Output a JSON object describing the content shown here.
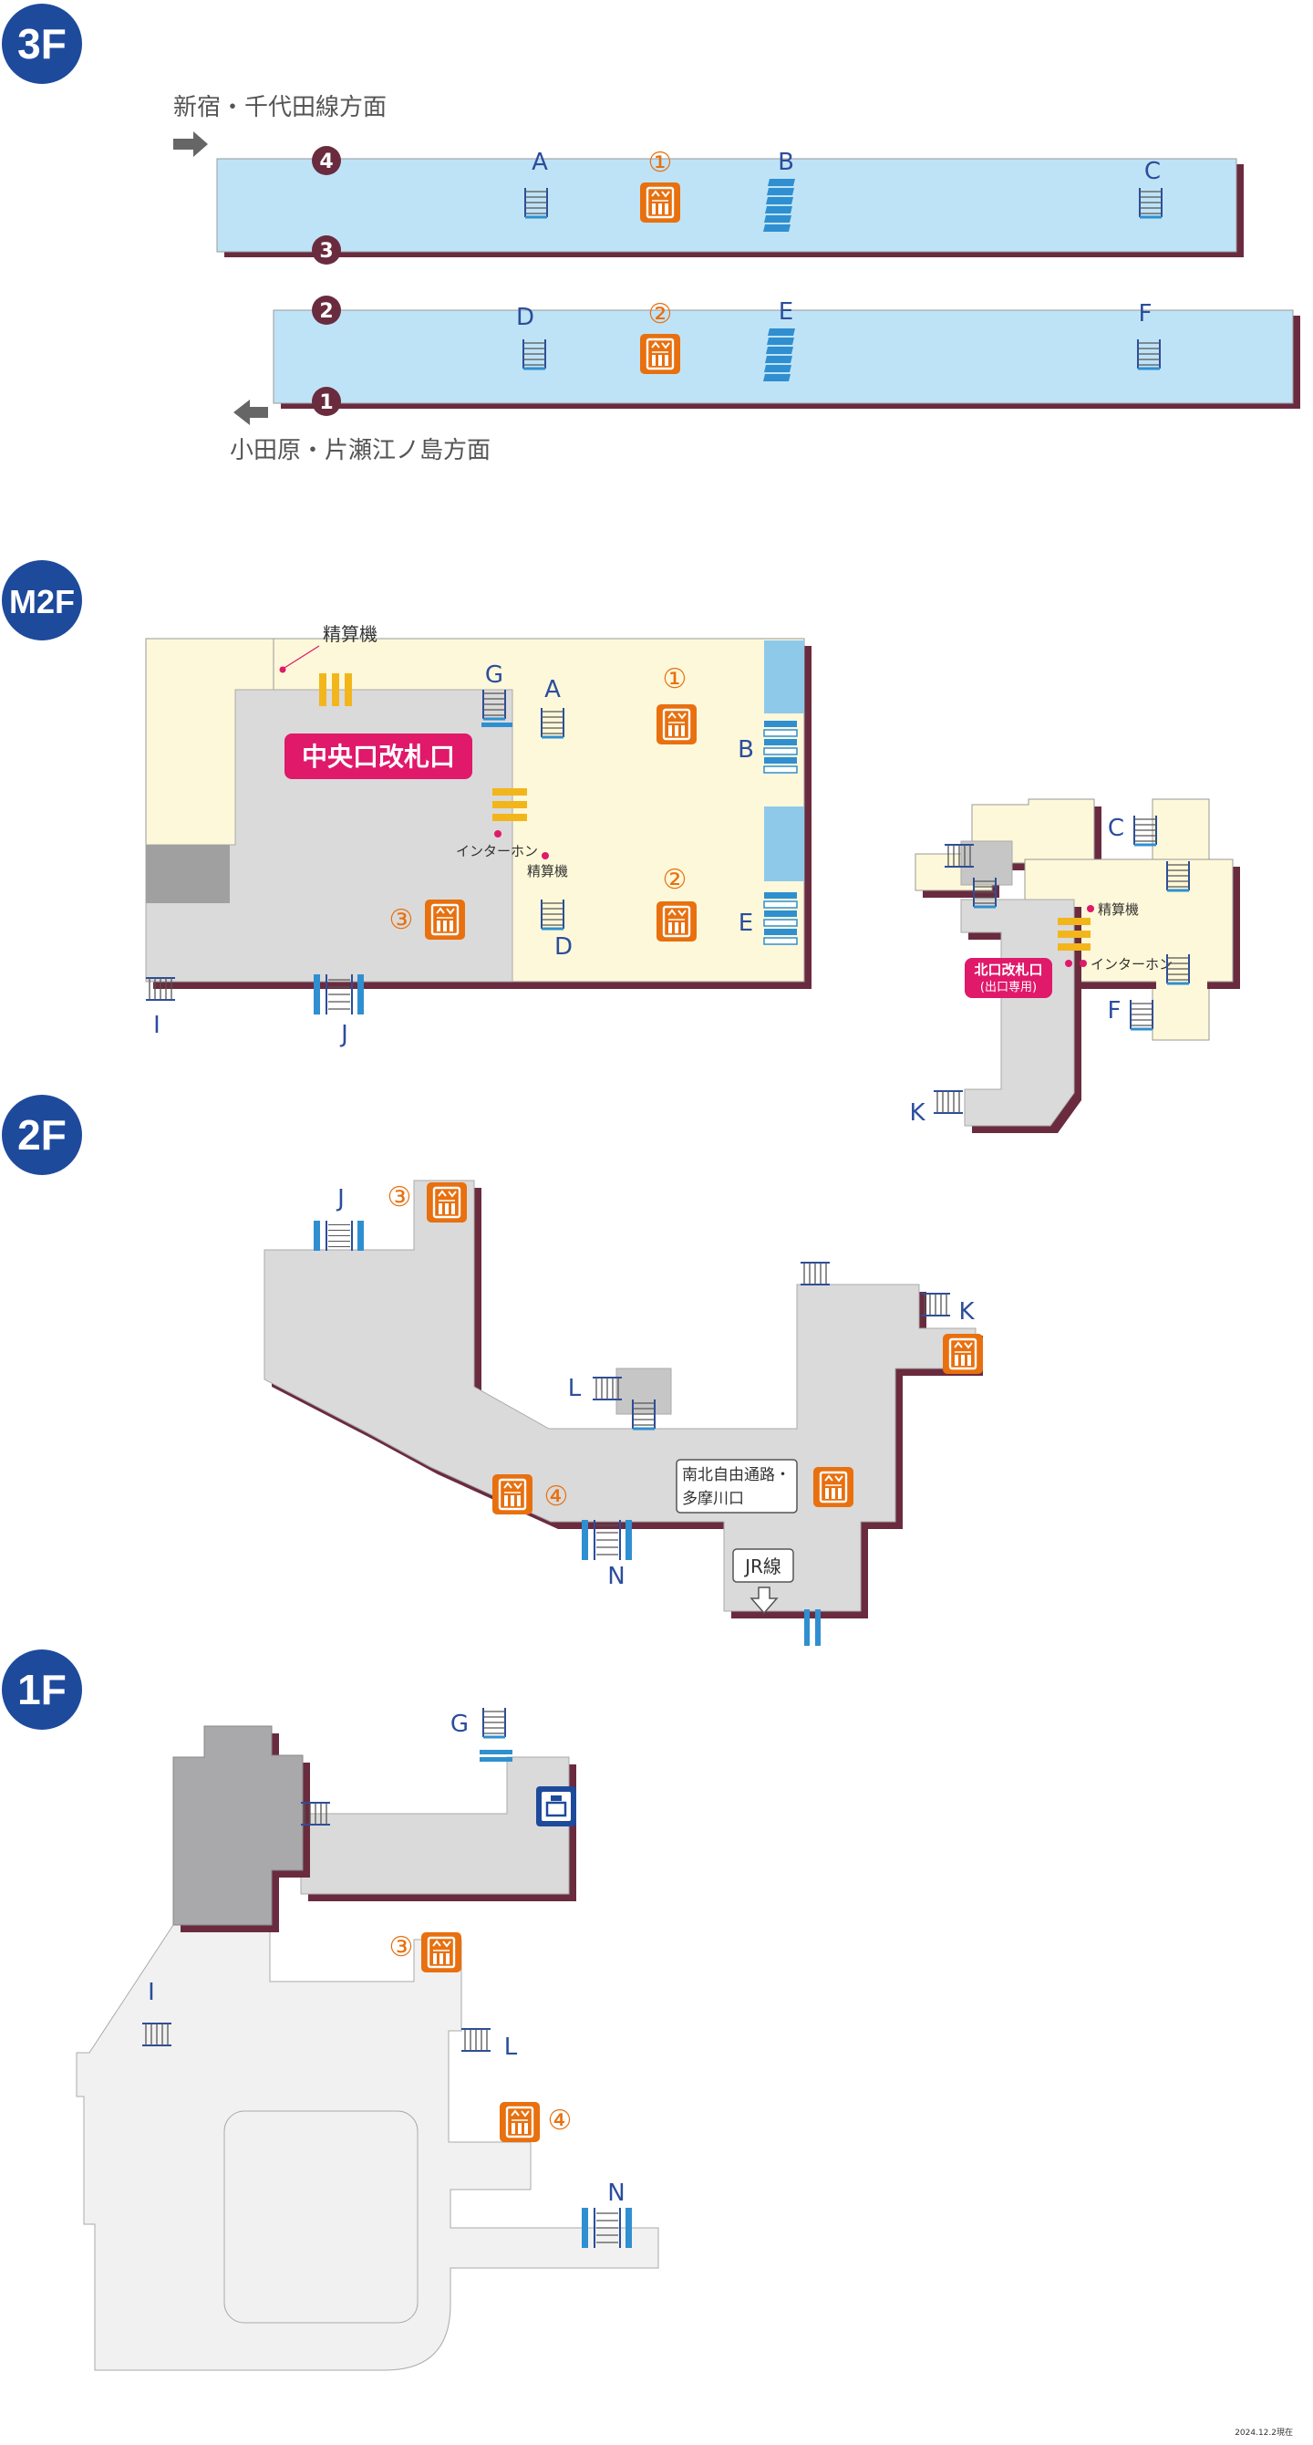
{
  "floors": {
    "f3": "3F",
    "m2f": "M2F",
    "f2": "2F",
    "f1": "1F"
  },
  "directions": {
    "shinjuku": "新宿・千代田線方面",
    "odawara": "小田原・片瀬江ノ島方面"
  },
  "platforms": {
    "n1": "1",
    "n2": "2",
    "n3": "3",
    "n4": "4"
  },
  "letters": {
    "A": "A",
    "B": "B",
    "C": "C",
    "D": "D",
    "E": "E",
    "F": "F",
    "G": "G",
    "I": "I",
    "J": "J",
    "K": "K",
    "L": "L",
    "N": "N"
  },
  "circled": {
    "c1": "①",
    "c2": "②",
    "c3": "③",
    "c4": "④"
  },
  "labels": {
    "seisanki": "精算機",
    "central_gate": "中央口改札口",
    "intercom": "インターホン",
    "north_gate_line1": "北口改札口",
    "north_gate_line2": "(出口専用)",
    "south_passage_line1": "南北自由通路・",
    "south_passage_line2": "多摩川口",
    "jr_line": "JR線"
  },
  "footer": "2024.12.2現在",
  "colors": {
    "floor_badge": "#1e4a9c",
    "platform": "#bfe3f6",
    "platform_dark": "#8ec9ea",
    "shadow": "#6a2b3f",
    "concourse_yellow": "#fdf8d9",
    "concourse_gray": "#dadada",
    "dark_gray": "#a0a0a0",
    "ground": "#f1f1f1",
    "elevator": "#e8700f",
    "gate_pink": "#e0196a",
    "gate_yellow": "#f2b61c",
    "stair_blue": "#2f8fd0",
    "label_blue": "#2b4d9c",
    "label_orange": "#e8700f"
  }
}
